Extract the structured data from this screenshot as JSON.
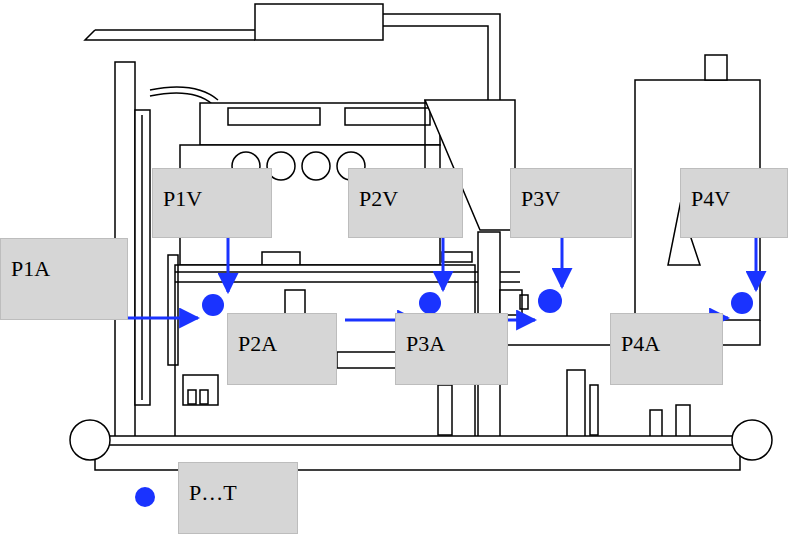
{
  "diagram": {
    "nodes": [
      {
        "text": [
          "P1V"
        ]
      },
      {
        "text": [
          "P2V"
        ]
      },
      {
        "text": [
          "P3V"
        ]
      },
      {
        "text": [
          "P4V"
        ]
      },
      {
        "text": [
          "P1A"
        ]
      },
      {
        "text": [
          "P2A"
        ]
      },
      {
        "text": [
          "P3A"
        ]
      },
      {
        "text": [
          "P4A"
        ]
      },
      {
        "text": [
          "P…T"
        ]
      }
    ]
  }
}
